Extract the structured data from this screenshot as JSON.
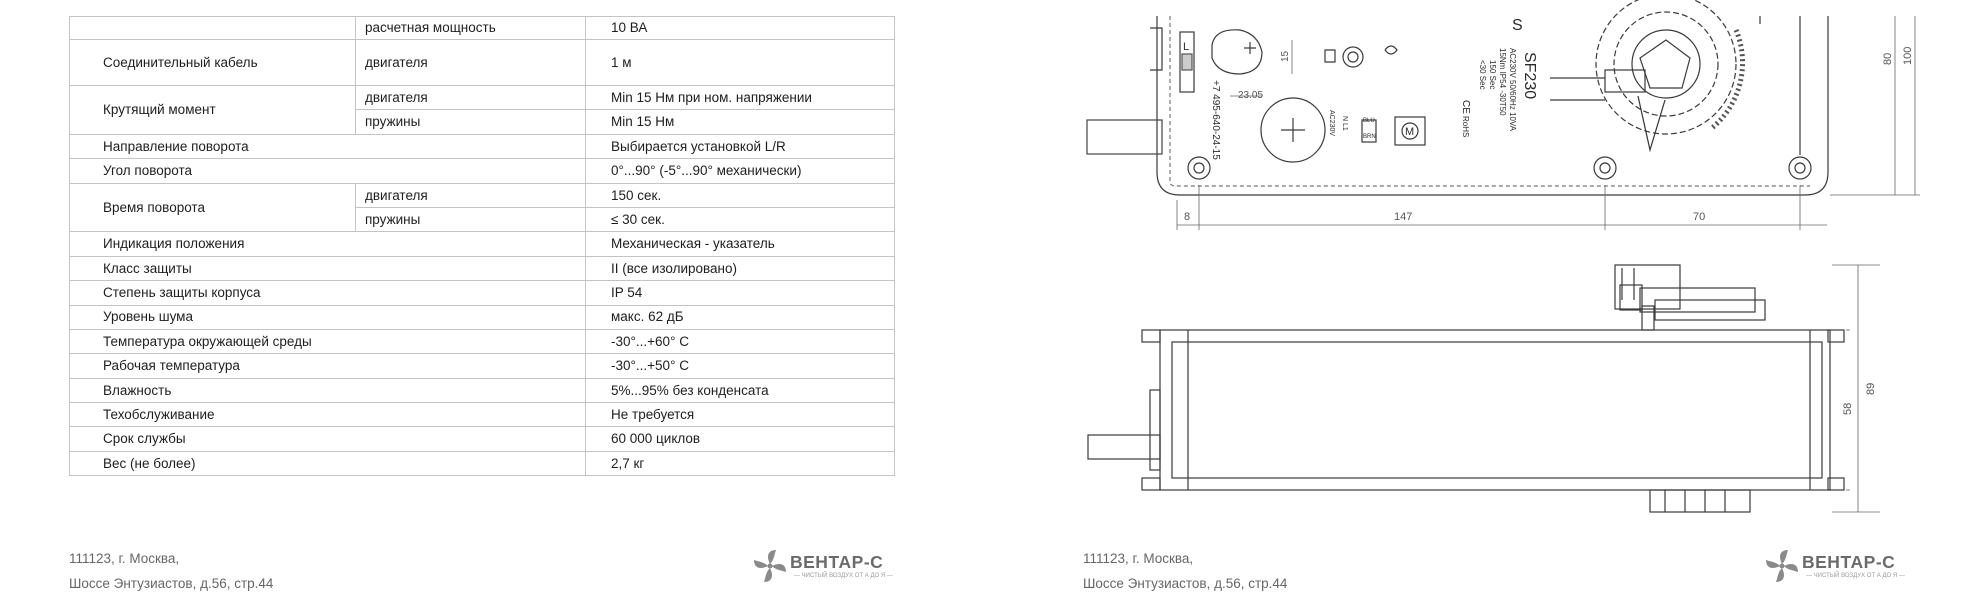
{
  "spec_table": {
    "r0": {
      "sub": "расчетная мощность",
      "value": "10 ВА"
    },
    "r1": {
      "param": "Соединительный кабель",
      "sub": "двигателя",
      "value": "1 м"
    },
    "r2": {
      "param": "Крутящий момент",
      "sub_a": "двигателя",
      "value_a": "Min 15 Нм при ном. напряжении",
      "sub_b": "пружины",
      "value_b": "Min 15 Нм"
    },
    "r3": {
      "param": "Направление поворота",
      "value": "Выбирается установкой L/R"
    },
    "r4": {
      "param": "Угол поворота",
      "value": "0°...90° (-5°...90° механически)"
    },
    "r5": {
      "param": "Время поворота",
      "sub_a": "двигателя",
      "value_a": "150 сек.",
      "sub_b": "пружины",
      "value_b": "≤ 30 сек."
    },
    "r6": {
      "param": "Индикация положения",
      "value": "Механическая - указатель"
    },
    "r7": {
      "param": "Класс защиты",
      "value": "II (все изолировано)"
    },
    "r8": {
      "param": "Степень защиты корпуса",
      "value": "IP 54"
    },
    "r9": {
      "param": "Уровень шума",
      "value": "макс. 62 дБ"
    },
    "r10": {
      "param": "Температура окружающей среды",
      "value": "-30°...+60° С"
    },
    "r11": {
      "param": "Рабочая температура",
      "value": "-30°...+50° С"
    },
    "r12": {
      "param": "Влажность",
      "value": "5%...95% без конденсата"
    },
    "r13": {
      "param": "Техобслуживание",
      "value": "Не требуется"
    },
    "r14": {
      "param": "Срок службы",
      "value": "60 000 циклов"
    },
    "r15": {
      "param": "Вес (не более)",
      "value": "2,7 кг"
    }
  },
  "footer": {
    "address_line1": "111123, г. Москва,",
    "address_line2": "Шоссе Энтузиастов, д.56, стр.44",
    "logo_text": "ВЕНТАР-С",
    "logo_tagline": "— ЧИСТЫЙ ВОЗДУХ ОТ А ДО Я —"
  },
  "drawing": {
    "dims_top": {
      "d8": "8",
      "d147": "147",
      "d70": "70",
      "d80": "80",
      "d100": "100",
      "d15": "15",
      "d23": "23.05"
    },
    "dims_side": {
      "d58": "58",
      "d89": "89"
    },
    "label": {
      "model": "SF230",
      "spec1": "AC230V 50/60Hz 10VA",
      "spec2": "15Nm IP54 -30T50",
      "spec3": "150 Sec",
      "spec4": "<30 Sec",
      "phone": "+7 495-640-24-15",
      "voltage": "AC230V",
      "terminals": "N  L1",
      "wire1": "BLU",
      "wire2": "BRN",
      "motor": "M",
      "switch": "L",
      "ce": "CE",
      "rohs": "RoHS"
    }
  }
}
